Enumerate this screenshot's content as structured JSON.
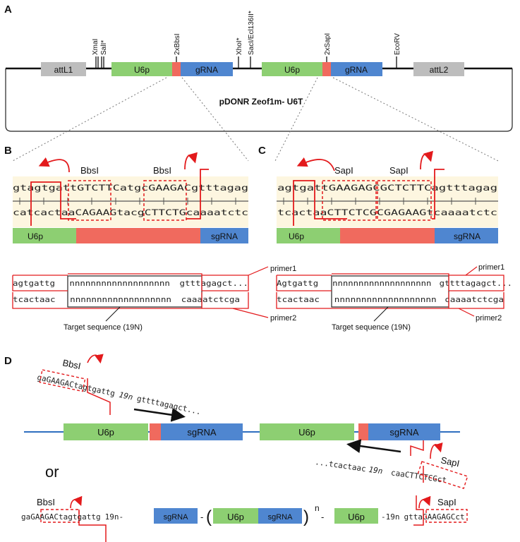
{
  "panels": {
    "a": "A",
    "b": "B",
    "c": "C",
    "d": "D"
  },
  "plasmid": {
    "name": "pDONR Zeof1m- U6T",
    "boxes": {
      "attl1": "attL1",
      "u6p_1": "U6p",
      "grna_1": "gRNA",
      "u6p_2": "U6p",
      "grna_2": "gRNA",
      "attl2": "attL2"
    },
    "sites": {
      "xmai": "XmaI",
      "sali": "SalI*",
      "bbsi2x": "2xBbsI",
      "xhoi": "XhoI*",
      "saci": "SacI/Ecl136II*",
      "sapi2x": "2xSapI",
      "ecorv": "EcoRV"
    }
  },
  "panel_b": {
    "enzyme1": "BbsI",
    "enzyme2": "BbsI",
    "top": {
      "a": "gtagtgatt",
      "site1": "GTCTTC",
      "mid": "atgc",
      "site2": "GAAGAC",
      "b": "gtttagag"
    },
    "bottom": {
      "a": "catcactaa",
      "site1": "CAGAAG",
      "mid": "tacg",
      "site2": "CTTCTG",
      "b": "caaaatctc"
    },
    "bar_left": "U6p",
    "bar_right": "sgRNA",
    "oligo_top": {
      "left": "agtgattg",
      "n": "nnnnnnnnnnnnnnnnnnn",
      "right": "gtttagagct..."
    },
    "oligo_bottom": {
      "left": "tcactaac",
      "n": "nnnnnnnnnnnnnnnnnnn",
      "right": "caaaatctcga"
    },
    "primer1": "primer1",
    "primer2": "primer2",
    "target": "Target sequence (19N)"
  },
  "panel_c": {
    "enzyme1": "SapI",
    "enzyme2": "SapI",
    "top": {
      "a": "agtgatt",
      "site1": "GAAGAGC",
      "site2": "GCTCTTC",
      "b": "agtttagag"
    },
    "bottom": {
      "a": "tcactaa",
      "site1": "CTTCTCG",
      "site2": "CGAGAAG",
      "b": "tcaaaatctc"
    },
    "bar_left": "U6p",
    "bar_right": "sgRNA",
    "oligo_top": {
      "left": "Agtgattg",
      "n": "nnnnnnnnnnnnnnnnnnn",
      "right": "gttttagagct..."
    },
    "oligo_bottom": {
      "left": "tcactaac",
      "n": "nnnnnnnnnnnnnnnnnnn",
      "right": "caaaatctcga"
    },
    "primer1": "primer1",
    "primer2": "primer2",
    "target": "Target sequence (19N)"
  },
  "panel_d": {
    "bbsi": "BbsI",
    "fwd": {
      "pre": "ga",
      "site": "GAAGAC",
      "post": "tagtgattg",
      "n": "19n",
      "tail": "gttttagagct..."
    },
    "track": {
      "u6p_1": "U6p",
      "sgrna_1": "sgRNA",
      "u6p_2": "U6p",
      "sgrna_2": "sgRNA"
    },
    "rev": {
      "lead": "...tcactaac",
      "n": "19n",
      "pre": "caa",
      "site": "CTTCTCG",
      "post": "ct"
    },
    "sapi": "SapI",
    "or": "or",
    "bottom": {
      "bbsi": "BbsI",
      "sapi": "SapI",
      "pre": "ga",
      "site": "GAAGAC",
      "post": "tagtgattg",
      "n1": "19n-",
      "sgrna": "sgRNA",
      "dash1": "-",
      "paren_open": "(",
      "u6p": "U6p",
      "sgrna2": "sgRNA",
      "paren_close": ")",
      "n_exp": "n",
      "dash2": "-",
      "u6p_end": "U6p",
      "n2": "-19n",
      "r_pre": "gtta",
      "r_site": "GAAGAGC",
      "r_post": "ct"
    }
  },
  "colors": {
    "green": "#8dcf72",
    "blue": "#4f86d0",
    "red": "#f06a5e",
    "gray": "#bdbdbd",
    "line": "#2f6ebf",
    "accent": "#e31a1c",
    "seqbg": "#fdf6e0"
  }
}
